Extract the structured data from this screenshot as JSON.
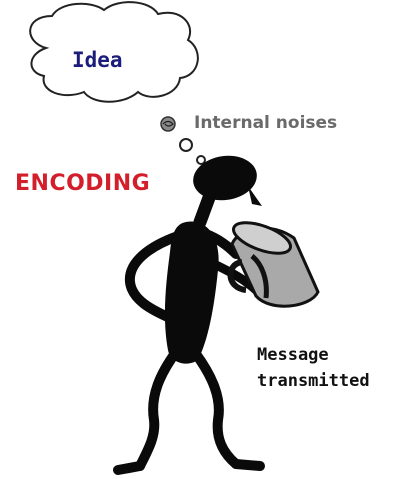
{
  "labels": {
    "idea": "Idea",
    "internal_noises": "Internal noises",
    "encoding": "ENCODING",
    "message_line1": "Message",
    "message_line2": "transmitted"
  },
  "colors": {
    "idea_text": "#1b1d7a",
    "noise_text": "#6a6a6a",
    "encoding_text": "#d21f2b",
    "figure": "#0a0a0a",
    "mug_fill": "#a9a9a9"
  }
}
